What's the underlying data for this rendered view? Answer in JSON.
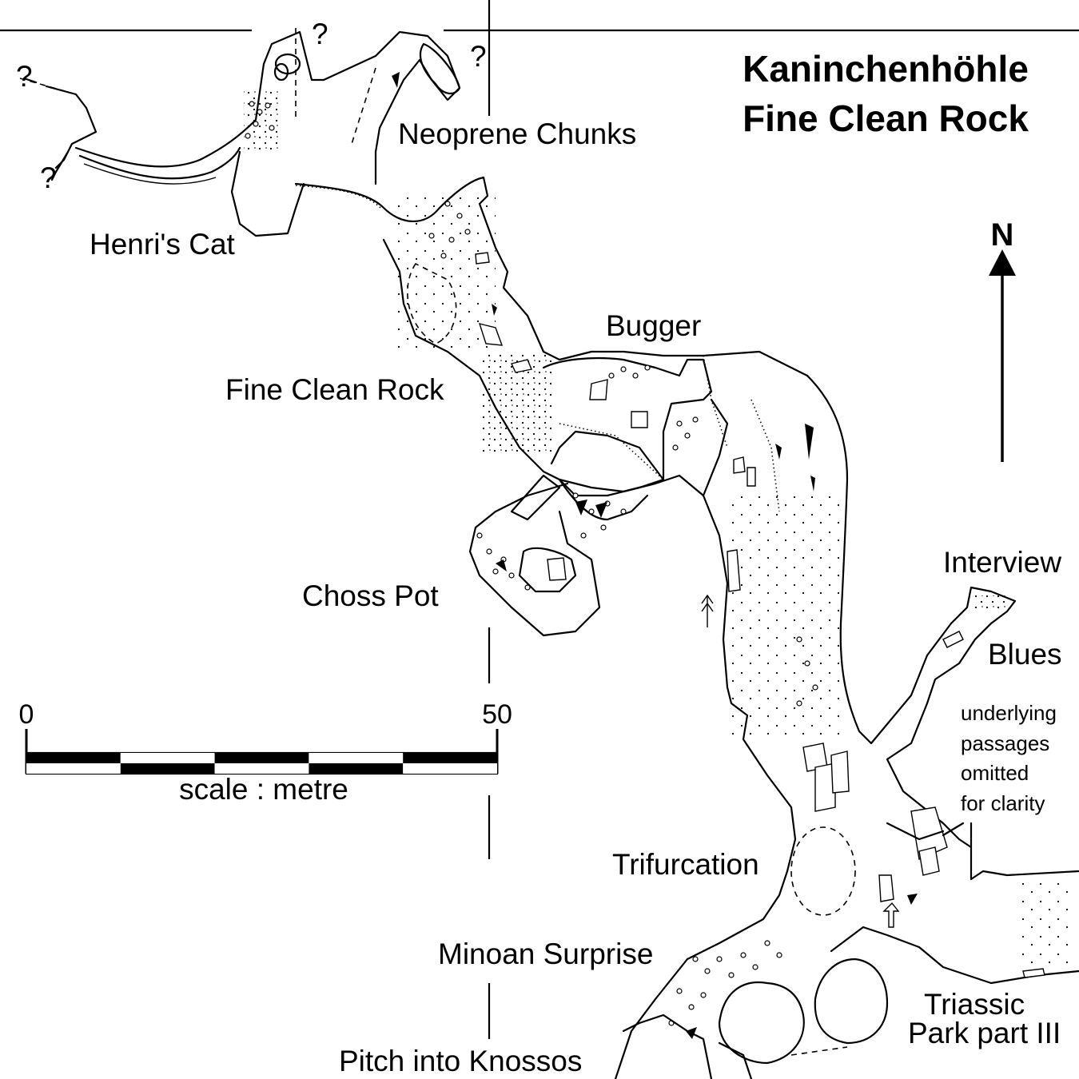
{
  "title": {
    "line1": "Kaninchenhöhle",
    "line2": "Fine Clean Rock"
  },
  "north_label": "N",
  "labels": {
    "neoprene_chunks": "Neoprene Chunks",
    "henris_cat": "Henri's Cat",
    "bugger": "Bugger",
    "fine_clean_rock": "Fine Clean Rock",
    "choss_pot": "Choss Pot",
    "interview": "Interview",
    "blues": "Blues",
    "trifurcation": "Trifurcation",
    "minoan_surprise": "Minoan Surprise",
    "pitch_into_knossos": "Pitch into Knossos",
    "triassic_line1": "Triassic",
    "triassic_line2": "Park part III"
  },
  "note": {
    "line1": "underlying",
    "line2": "passages",
    "line3": "omitted",
    "line4": "for clarity"
  },
  "unknowns": [
    "?",
    "?",
    "?",
    "?"
  ],
  "scale": {
    "start": "0",
    "end": "50",
    "caption": "scale : metre",
    "segments": 5
  }
}
